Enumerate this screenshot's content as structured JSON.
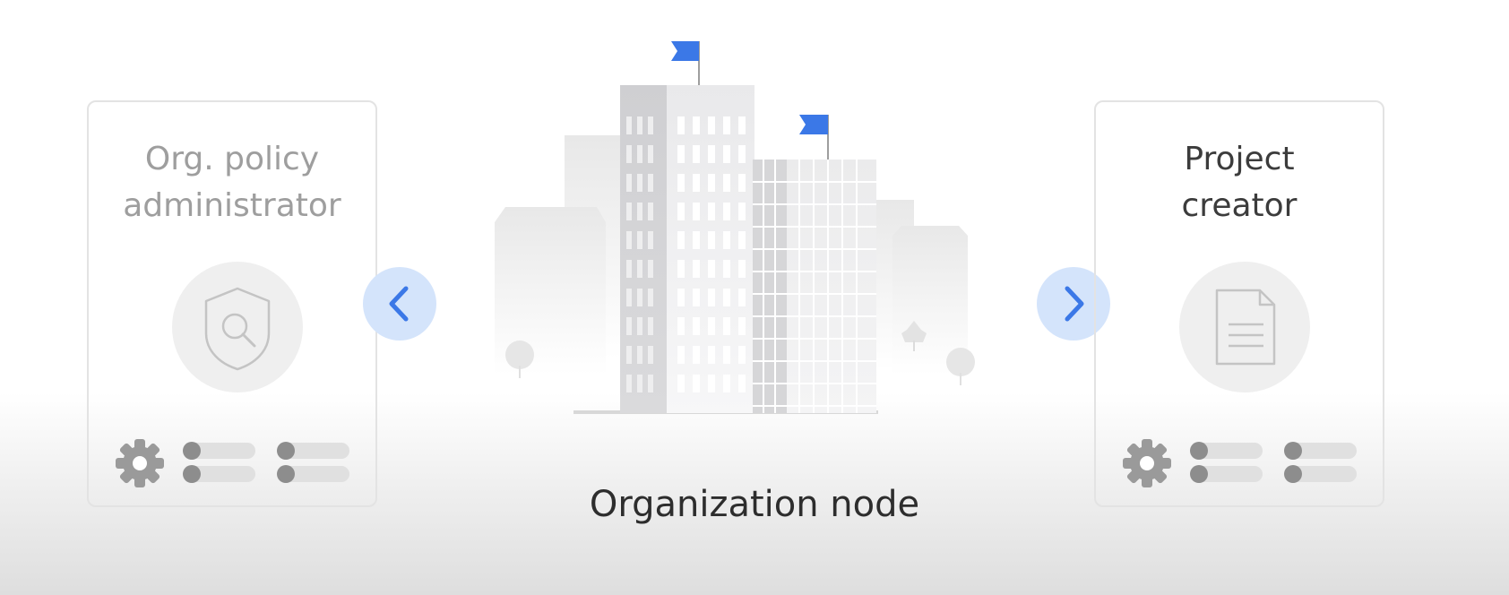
{
  "left_card": {
    "title": "Org. policy\nadministrator",
    "icon": "shield-search-icon"
  },
  "right_card": {
    "title": "Project\ncreator",
    "icon": "document-icon"
  },
  "nav": {
    "prev_icon": "chevron-left-icon",
    "next_icon": "chevron-right-icon"
  },
  "caption": "Organization node",
  "colors": {
    "accent_blue": "#3b78e7",
    "button_bg": "#d4e4fb",
    "muted_gray": "#9e9e9e"
  }
}
